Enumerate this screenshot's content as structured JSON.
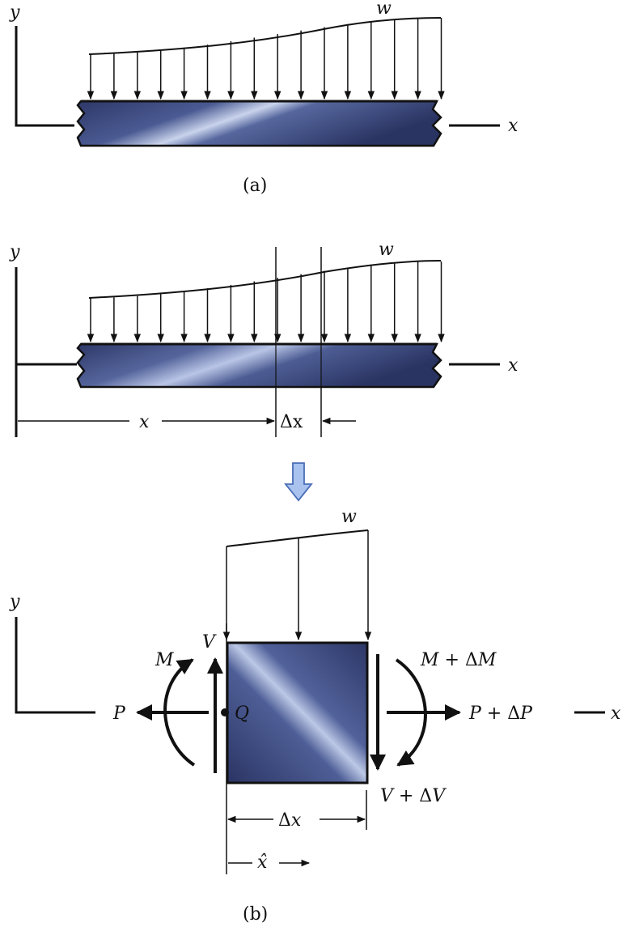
{
  "panel_a": {
    "caption": "(a)",
    "load_label": "w",
    "y_axis_label": "y",
    "x_axis_label": "x"
  },
  "panel_b_top": {
    "load_label": "w",
    "y_axis_label": "y",
    "x_axis_label": "x",
    "dim_x_label": "x",
    "dim_dx_label": "Δx"
  },
  "panel_b_element": {
    "caption": "(b)",
    "load_label": "w",
    "y_axis_label": "y",
    "x_axis_label": "x",
    "left_moment": "M",
    "left_shear": "V",
    "left_axial": "P",
    "point_label": "Q",
    "right_moment": "M + ΔM",
    "right_axial": "P + ΔP",
    "right_shear": "V + ΔV",
    "width_label": "Δx",
    "local_coord_label": "x̂"
  },
  "colors": {
    "beam_dark": "#2f3a6e",
    "beam_light": "#c8d2ea",
    "down_arrow_fill": "#a9c3ee",
    "down_arrow_stroke": "#4a6db8",
    "line": "#111111"
  }
}
